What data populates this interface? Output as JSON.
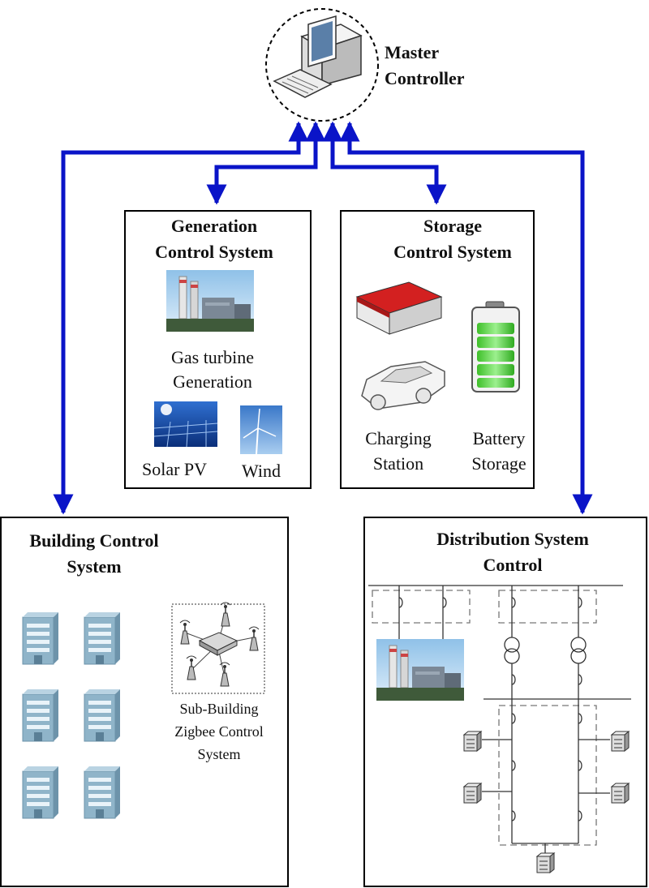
{
  "master": {
    "label_line1": "Master",
    "label_line2": "Controller"
  },
  "generation": {
    "title_line1": "Generation",
    "title_line2": "Control System",
    "gas_line1": "Gas turbine",
    "gas_line2": "Generation",
    "solar": "Solar PV",
    "wind": "Wind"
  },
  "storage": {
    "title_line1": "Storage",
    "title_line2": "Control System",
    "charging_line1": "Charging",
    "charging_line2": "Station",
    "battery_line1": "Battery",
    "battery_line2": "Storage"
  },
  "building": {
    "title_line1": "Building Control",
    "title_line2": "System",
    "zigbee_line1": "Sub-Building",
    "zigbee_line2": "Zigbee Control",
    "zigbee_line3": "System"
  },
  "distribution": {
    "title_line1": "Distribution System",
    "title_line2": "Control"
  },
  "colors": {
    "link": "#0a14c8",
    "border": "#000000",
    "battery": "#22c21a",
    "building": "#8fb4c9"
  }
}
